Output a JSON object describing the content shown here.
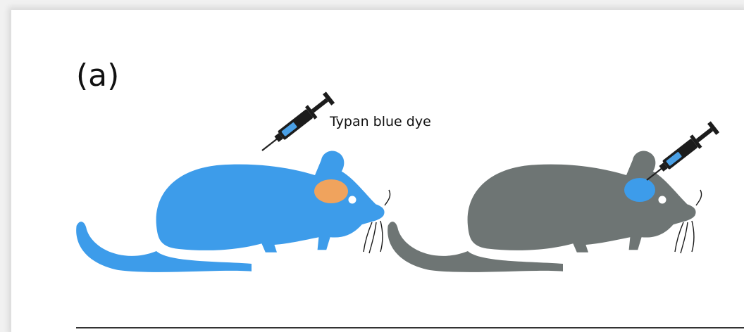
{
  "figure": {
    "panel_label": "(a)",
    "injection_label": "Typan blue dye"
  },
  "colors": {
    "treated_mouse": "#3d9cea",
    "control_mouse": "#6e7574",
    "lesion": "#f0a35d",
    "dye_spot": "#3d9cea",
    "syringe_body": "#1c1c1c",
    "syringe_fluid": "#4aa0e6",
    "eye": "#ffffff"
  },
  "icons": [
    "syringe-icon",
    "mouse-silhouette"
  ]
}
